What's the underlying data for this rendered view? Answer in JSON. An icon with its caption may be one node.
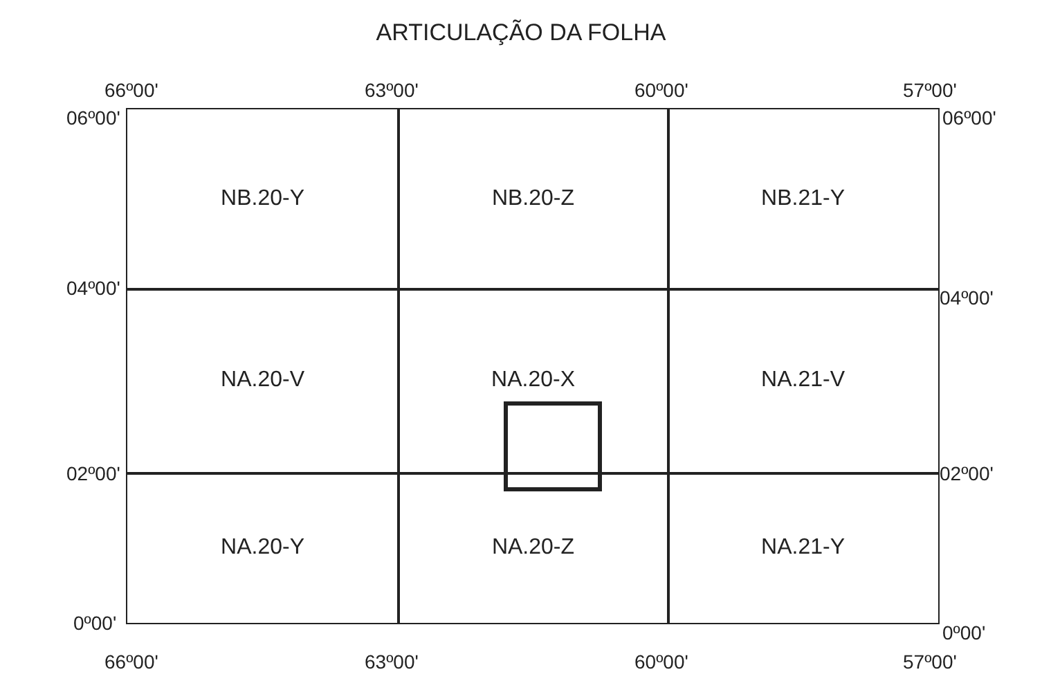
{
  "diagram": {
    "title": "ARTICULAÇÃO DA FOLHA",
    "nodes": [
      {
        "text": [
          "NB.20-Y"
        ]
      },
      {
        "text": [
          "NB.20-Z"
        ]
      },
      {
        "text": [
          "NB.21-Y"
        ]
      },
      {
        "text": [
          "NA.20-V"
        ]
      },
      {
        "text": [
          "NA.20-X"
        ]
      },
      {
        "text": [
          "NA.21-V"
        ]
      },
      {
        "text": [
          "NA.20-Y"
        ]
      },
      {
        "text": [
          "NA.20-Z"
        ]
      },
      {
        "text": [
          "NA.21-Y"
        ]
      },
      {
        "text": [],
        "shape": "box"
      }
    ],
    "edges": [],
    "labels": [
      "66º00'",
      "63º00'",
      "60º00'",
      "57º00'",
      "06º00'",
      "06º00'",
      "04º00'",
      "04º00'",
      "02º00'",
      "02º00'",
      "0º00'",
      "0º00'",
      "66º00'",
      "63º00'",
      "60º00'",
      "57º00'"
    ]
  }
}
